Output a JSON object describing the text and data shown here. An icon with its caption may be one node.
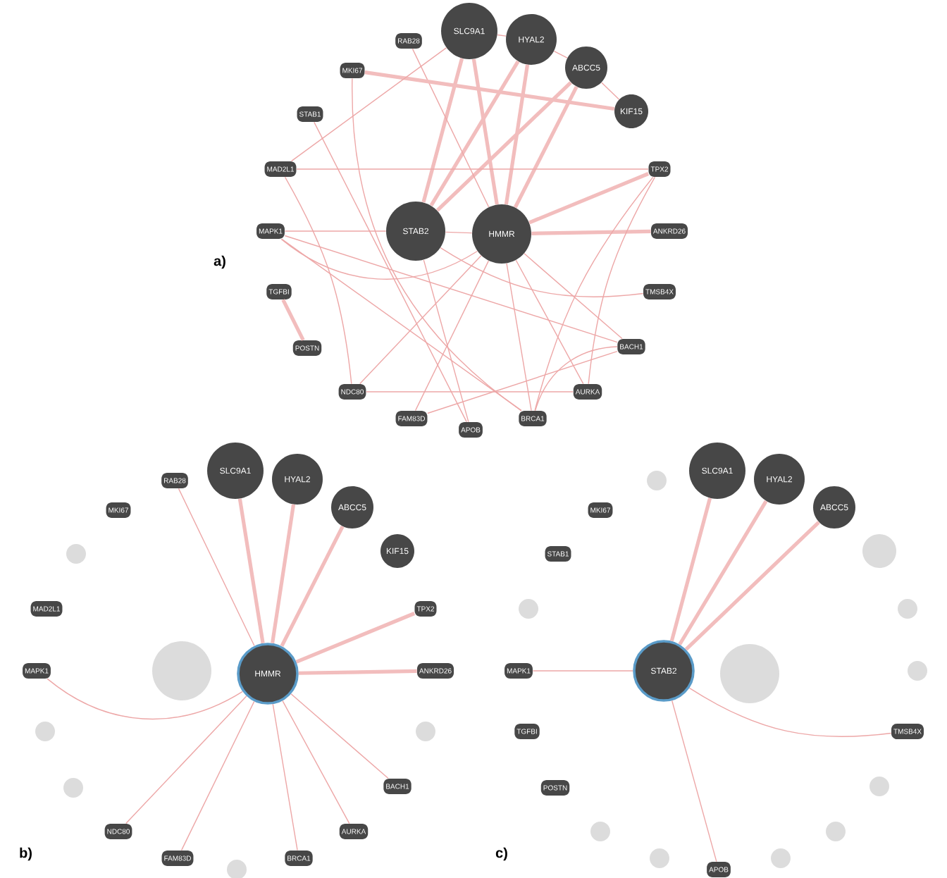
{
  "diagram": {
    "nodes": [
      {
        "text": [
          "SLC9A1"
        ]
      },
      {
        "text": [
          "HYAL2"
        ]
      },
      {
        "text": [
          "ABCC5"
        ]
      },
      {
        "text": [
          "KIF15"
        ]
      },
      {
        "text": [
          "RAB28"
        ]
      },
      {
        "text": [
          "MKI67"
        ]
      },
      {
        "text": [
          "STAB1"
        ]
      },
      {
        "text": [
          "MAD2L1"
        ]
      },
      {
        "text": [
          "MAPK1"
        ]
      },
      {
        "text": [
          "TGFBI"
        ]
      },
      {
        "text": [
          "POSTN"
        ]
      },
      {
        "text": [
          "NDC80"
        ]
      },
      {
        "text": [
          "FAM83D"
        ]
      },
      {
        "text": [
          "APOB"
        ]
      },
      {
        "text": [
          "BRCA1"
        ]
      },
      {
        "text": [
          "AURKA"
        ]
      },
      {
        "text": [
          "BACH1"
        ]
      },
      {
        "text": [
          "TMSB4X"
        ]
      },
      {
        "text": [
          "ANKRD26"
        ]
      },
      {
        "text": [
          "TPX2"
        ]
      },
      {
        "text": [
          "STAB2"
        ]
      },
      {
        "text": [
          "HMMR"
        ]
      },
      {
        "text": [
          "SLC9A1"
        ]
      },
      {
        "text": [
          "HYAL2"
        ]
      },
      {
        "text": [
          "ABCC5"
        ]
      },
      {
        "text": [
          "KIF15"
        ]
      },
      {
        "text": [
          "RAB28"
        ]
      },
      {
        "text": [
          "MKI67"
        ]
      },
      {
        "text": [],
        "shape": "circle"
      },
      {
        "text": [
          "MAD2L1"
        ]
      },
      {
        "text": [
          "MAPK1"
        ]
      },
      {
        "text": [],
        "shape": "circle"
      },
      {
        "text": [],
        "shape": "circle"
      },
      {
        "text": [
          "NDC80"
        ]
      },
      {
        "text": [
          "FAM83D"
        ]
      },
      {
        "text": [],
        "shape": "circle"
      },
      {
        "text": [
          "BRCA1"
        ]
      },
      {
        "text": [
          "AURKA"
        ]
      },
      {
        "text": [
          "BACH1"
        ]
      },
      {
        "text": [],
        "shape": "circle"
      },
      {
        "text": [
          "ANKRD26"
        ]
      },
      {
        "text": [
          "TPX2"
        ]
      },
      {
        "text": [],
        "shape": "circle"
      },
      {
        "text": [
          "HMMR"
        ]
      },
      {
        "text": [
          "SLC9A1"
        ]
      },
      {
        "text": [
          "HYAL2"
        ]
      },
      {
        "text": [
          "ABCC5"
        ]
      },
      {
        "text": [],
        "shape": "circle"
      },
      {
        "text": [],
        "shape": "circle"
      },
      {
        "text": [
          "MKI67"
        ]
      },
      {
        "text": [
          "STAB1"
        ]
      },
      {
        "text": [],
        "shape": "circle"
      },
      {
        "text": [
          "MAPK1"
        ]
      },
      {
        "text": [
          "TGFBI"
        ]
      },
      {
        "text": [
          "POSTN"
        ]
      },
      {
        "text": [],
        "shape": "circle"
      },
      {
        "text": [],
        "shape": "circle"
      },
      {
        "text": [
          "APOB"
        ]
      },
      {
        "text": [],
        "shape": "circle"
      },
      {
        "text": [],
        "shape": "circle"
      },
      {
        "text": [],
        "shape": "circle"
      },
      {
        "text": [
          "TMSB4X"
        ]
      },
      {
        "text": [],
        "shape": "circle"
      },
      {
        "text": [],
        "shape": "circle"
      },
      {
        "text": [
          "STAB2"
        ]
      },
      {
        "text": [],
        "shape": "circle"
      }
    ],
    "edges": [
      {
        "from": 21,
        "to": 0,
        "arrow": "none",
        "style": "thick"
      },
      {
        "from": 21,
        "to": 1,
        "arrow": "none",
        "style": "thick"
      },
      {
        "from": 21,
        "to": 2,
        "arrow": "none",
        "style": "thick"
      },
      {
        "from": 20,
        "to": 0,
        "arrow": "none",
        "style": "thick"
      },
      {
        "from": 20,
        "to": 1,
        "arrow": "none",
        "style": "thick"
      },
      {
        "from": 20,
        "to": 2,
        "arrow": "none",
        "style": "thick"
      },
      {
        "from": 21,
        "to": 4,
        "arrow": "none"
      },
      {
        "from": 21,
        "to": 19,
        "arrow": "none",
        "style": "thick"
      },
      {
        "from": 21,
        "to": 18,
        "arrow": "none",
        "style": "thick"
      },
      {
        "from": 21,
        "to": 8,
        "arrow": "none"
      },
      {
        "from": 21,
        "to": 16,
        "arrow": "none"
      },
      {
        "from": 21,
        "to": 15,
        "arrow": "none"
      },
      {
        "from": 21,
        "to": 14,
        "arrow": "none"
      },
      {
        "from": 21,
        "to": 12,
        "arrow": "none"
      },
      {
        "from": 21,
        "to": 11,
        "arrow": "none"
      },
      {
        "from": 20,
        "to": 8,
        "arrow": "none"
      },
      {
        "from": 20,
        "to": 17,
        "arrow": "none"
      },
      {
        "from": 20,
        "to": 13,
        "arrow": "none"
      },
      {
        "from": 20,
        "to": 21,
        "arrow": "none"
      },
      {
        "from": 5,
        "to": 3,
        "arrow": "none",
        "style": "thick"
      },
      {
        "from": 9,
        "to": 10,
        "arrow": "none",
        "style": "thick"
      },
      {
        "from": 7,
        "to": 19,
        "arrow": "none"
      },
      {
        "from": 6,
        "to": 13,
        "arrow": "none"
      },
      {
        "from": 5,
        "to": 14,
        "arrow": "none"
      },
      {
        "from": 7,
        "to": 11,
        "arrow": "none"
      },
      {
        "from": 0,
        "to": 7,
        "arrow": "none"
      },
      {
        "from": 19,
        "to": 15,
        "arrow": "none"
      },
      {
        "from": 19,
        "to": 14,
        "arrow": "none"
      },
      {
        "from": 16,
        "to": 12,
        "arrow": "none"
      },
      {
        "from": 16,
        "to": 14,
        "arrow": "none"
      },
      {
        "from": 11,
        "to": 15,
        "arrow": "none"
      },
      {
        "from": 8,
        "to": 14,
        "arrow": "none"
      },
      {
        "from": 8,
        "to": 16,
        "arrow": "none"
      },
      {
        "from": 0,
        "to": 1,
        "arrow": "none"
      },
      {
        "from": 1,
        "to": 2,
        "arrow": "none"
      },
      {
        "from": 2,
        "to": 3,
        "arrow": "none"
      },
      {
        "from": 43,
        "to": 26,
        "arrow": "none"
      },
      {
        "from": 43,
        "to": 22,
        "arrow": "none",
        "style": "thick"
      },
      {
        "from": 43,
        "to": 23,
        "arrow": "none",
        "style": "thick"
      },
      {
        "from": 43,
        "to": 24,
        "arrow": "none",
        "style": "thick"
      },
      {
        "from": 43,
        "to": 41,
        "arrow": "none",
        "style": "thick"
      },
      {
        "from": 43,
        "to": 40,
        "arrow": "none",
        "style": "thick"
      },
      {
        "from": 43,
        "to": 30,
        "arrow": "none"
      },
      {
        "from": 43,
        "to": 38,
        "arrow": "none"
      },
      {
        "from": 43,
        "to": 37,
        "arrow": "none"
      },
      {
        "from": 43,
        "to": 36,
        "arrow": "none"
      },
      {
        "from": 43,
        "to": 34,
        "arrow": "none"
      },
      {
        "from": 43,
        "to": 33,
        "arrow": "none"
      },
      {
        "from": 64,
        "to": 44,
        "arrow": "none",
        "style": "thick"
      },
      {
        "from": 64,
        "to": 45,
        "arrow": "none",
        "style": "thick"
      },
      {
        "from": 64,
        "to": 46,
        "arrow": "none",
        "style": "thick"
      },
      {
        "from": 64,
        "to": 52,
        "arrow": "none"
      },
      {
        "from": 64,
        "to": 61,
        "arrow": "none"
      },
      {
        "from": 64,
        "to": 57,
        "arrow": "none"
      }
    ],
    "labels": [
      "a)",
      "b)",
      "c)"
    ]
  }
}
